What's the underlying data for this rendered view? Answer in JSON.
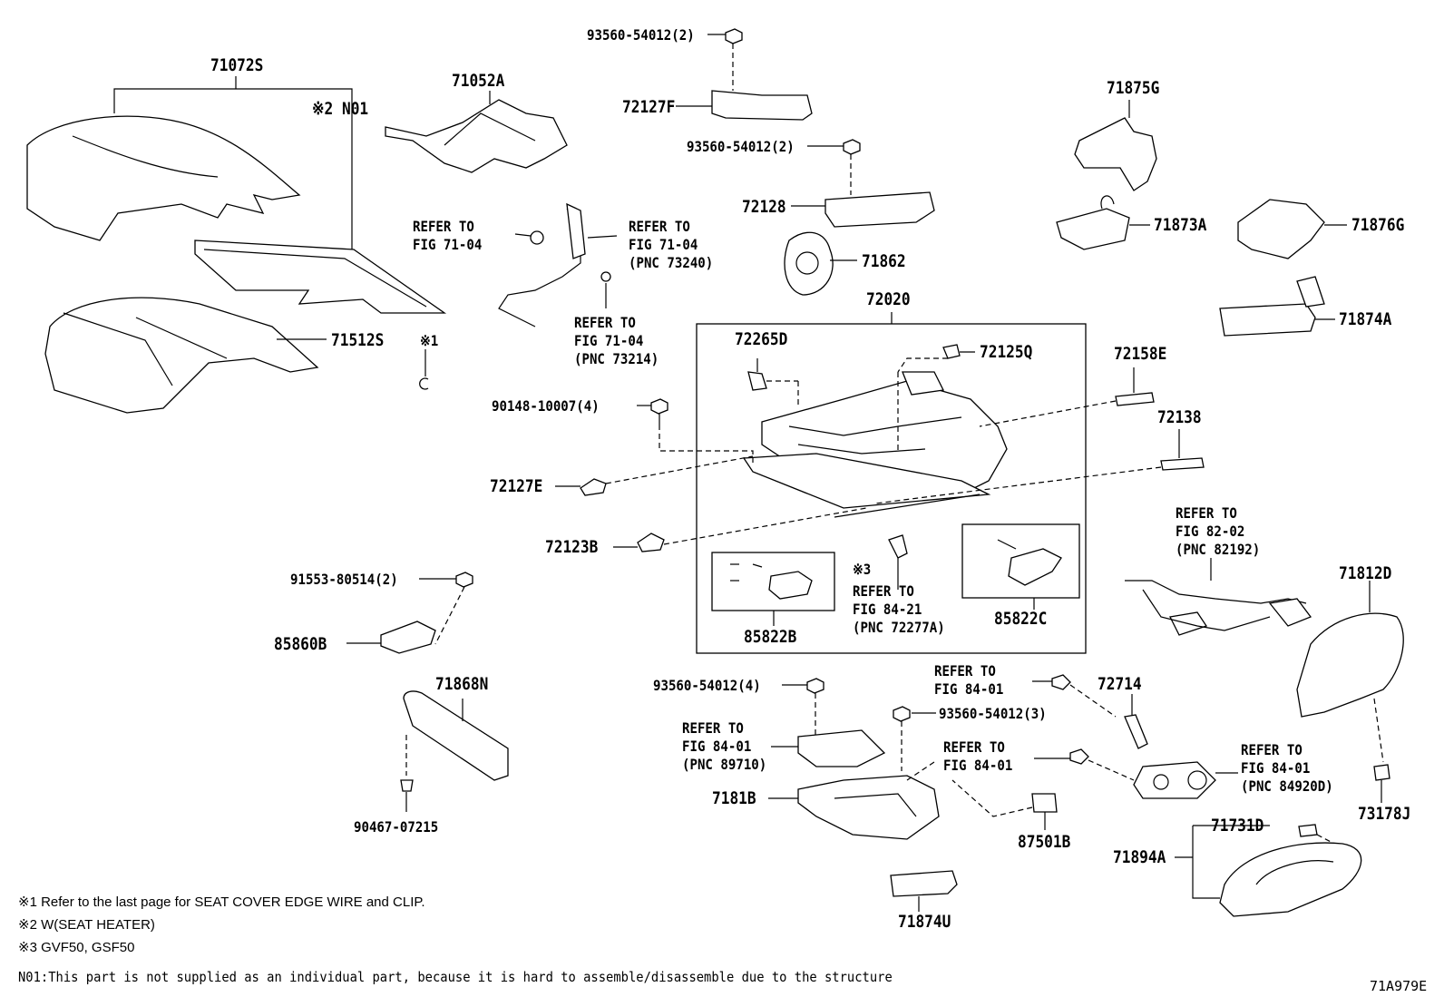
{
  "parts": {
    "p71072S": "71072S",
    "pN01": "※2 N01",
    "p71052A": "71052A",
    "p93560_top": "93560-54012(2)",
    "p72127F": "72127F",
    "p93560_mid": "93560-54012(2)",
    "p72128": "72128",
    "p71862": "71862",
    "p72020": "72020",
    "p71875G": "71875G",
    "p71873A": "71873A",
    "p71876G": "71876G",
    "p71874A": "71874A",
    "p71512S": "71512S",
    "pX1": "※1",
    "p72265D": "72265D",
    "p72125Q": "72125Q",
    "p72158E": "72158E",
    "p90148": "90148-10007(4)",
    "p72138": "72138",
    "p72127E": "72127E",
    "p72123B": "72123B",
    "p91553": "91553-80514(2)",
    "p85860B": "85860B",
    "p85822B": "85822B",
    "p85822C": "85822C",
    "pX3": "※3",
    "p71812D": "71812D",
    "p71868N": "71868N",
    "p93560_4": "93560-54012(4)",
    "p93560_3": "93560-54012(3)",
    "p72714": "72714",
    "p7181B": "7181B",
    "p87501B": "87501B",
    "p73178J": "73178J",
    "p71731D": "71731D",
    "p71894A": "71894A",
    "p71874U": "71874U",
    "p90467": "90467-07215"
  },
  "refs": {
    "r1": "REFER TO\nFIG 71-04",
    "r2": "REFER TO\nFIG 71-04\n(PNC 73240)",
    "r3": "REFER TO\nFIG 71-04\n(PNC 73214)",
    "r4": "REFER TO\nFIG 84-21\n(PNC 72277A)",
    "r5": "REFER TO\nFIG 82-02\n(PNC 82192)",
    "r6": "REFER TO\nFIG 84-01",
    "r7": "REFER TO\nFIG 84-01\n(PNC 89710)",
    "r8": "REFER TO\nFIG 84-01",
    "r9": "REFER TO\nFIG 84-01\n(PNC 84920D)"
  },
  "notes": {
    "n1": "※1 Refer to the last page for SEAT COVER EDGE WIRE and CLIP.",
    "n2": "※2 W(SEAT HEATER)",
    "n3": "※3 GVF50, GSF50",
    "n01": "N01:This part is not supplied as an individual part, because it is hard to assemble/disassemble due to the structure",
    "code": "71A979E"
  }
}
